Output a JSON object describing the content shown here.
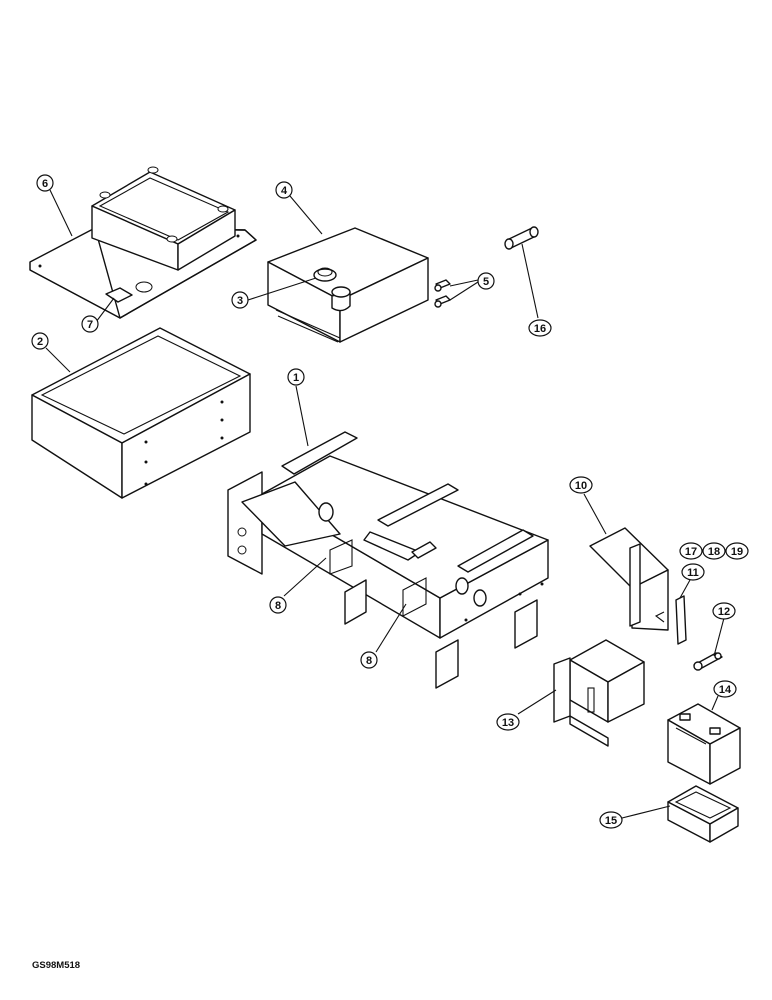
{
  "callouts": [
    {
      "id": "c1",
      "label": "1"
    },
    {
      "id": "c2",
      "label": "2"
    },
    {
      "id": "c3",
      "label": "3"
    },
    {
      "id": "c4",
      "label": "4"
    },
    {
      "id": "c5",
      "label": "5"
    },
    {
      "id": "c6",
      "label": "6"
    },
    {
      "id": "c7",
      "label": "7"
    },
    {
      "id": "c8a",
      "label": "8"
    },
    {
      "id": "c8b",
      "label": "8"
    },
    {
      "id": "c10",
      "label": "10"
    },
    {
      "id": "c11",
      "label": "11"
    },
    {
      "id": "c12",
      "label": "12"
    },
    {
      "id": "c13",
      "label": "13"
    },
    {
      "id": "c14",
      "label": "14"
    },
    {
      "id": "c15",
      "label": "15"
    },
    {
      "id": "c16",
      "label": "16"
    },
    {
      "id": "c17",
      "label": "17"
    },
    {
      "id": "c18",
      "label": "18"
    },
    {
      "id": "c19",
      "label": "19"
    }
  ],
  "figure_code": "GS98M518"
}
